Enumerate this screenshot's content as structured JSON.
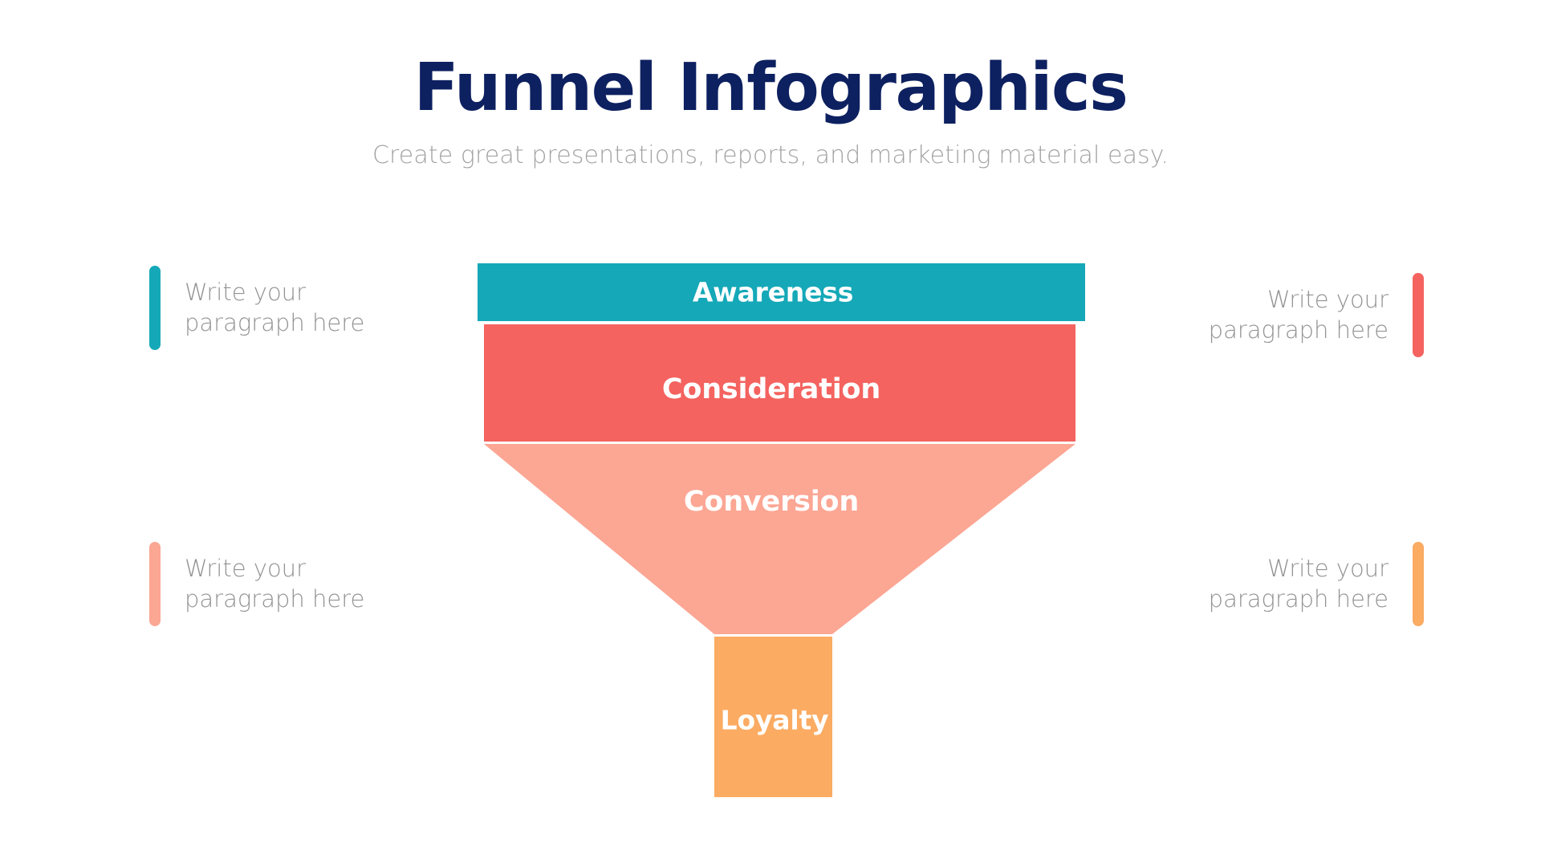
{
  "header": {
    "title": "Funnel Infographics",
    "subtitle": "Create great presentations, reports, and marketing material easy."
  },
  "colors": {
    "title": "#0d2060",
    "subtitle": "#a3a3a3",
    "note_text": "#939393",
    "background": "#ffffff",
    "awareness": "#15a8b8",
    "consideration": "#f4635f",
    "conversion": "#fca694",
    "loyalty": "#fbab62"
  },
  "funnel": {
    "segments": [
      {
        "id": "awareness",
        "label": "Awareness",
        "color": "#15a8b8",
        "shape": "bar"
      },
      {
        "id": "consideration",
        "label": "Consideration",
        "color": "#f4635f",
        "shape": "bar"
      },
      {
        "id": "conversion",
        "label": "Conversion",
        "color": "#fca694",
        "shape": "trapezoid"
      },
      {
        "id": "loyalty",
        "label": "Loyalty",
        "color": "#fbab62",
        "shape": "stem"
      }
    ]
  },
  "notes": [
    {
      "id": "note-awareness",
      "side": "left",
      "color": "#15a8b8",
      "text": "Write your\nparagraph here"
    },
    {
      "id": "note-consideration",
      "side": "right",
      "color": "#f4635f",
      "text": "Write your\nparagraph here"
    },
    {
      "id": "note-conversion",
      "side": "left",
      "color": "#fca694",
      "text": "Write your\nparagraph here"
    },
    {
      "id": "note-loyalty",
      "side": "right",
      "color": "#fbab62",
      "text": "Write your\nparagraph here"
    }
  ],
  "chart_data": {
    "type": "funnel",
    "title": "Funnel Infographics",
    "subtitle": "Create great presentations, reports, and marketing material easy.",
    "stages": [
      "Awareness",
      "Consideration",
      "Conversion",
      "Loyalty"
    ],
    "stage_colors": [
      "#15a8b8",
      "#f4635f",
      "#fca694",
      "#fbab62"
    ],
    "stage_top_widths": [
      757,
      737,
      737,
      147
    ],
    "stage_bottom_widths": [
      757,
      737,
      147,
      147
    ],
    "stage_heights": [
      72,
      146,
      237,
      200
    ],
    "orientation": "vertical",
    "legend": "none",
    "annotations": [
      "Write your paragraph here",
      "Write your paragraph here",
      "Write your paragraph here",
      "Write your paragraph here"
    ]
  }
}
